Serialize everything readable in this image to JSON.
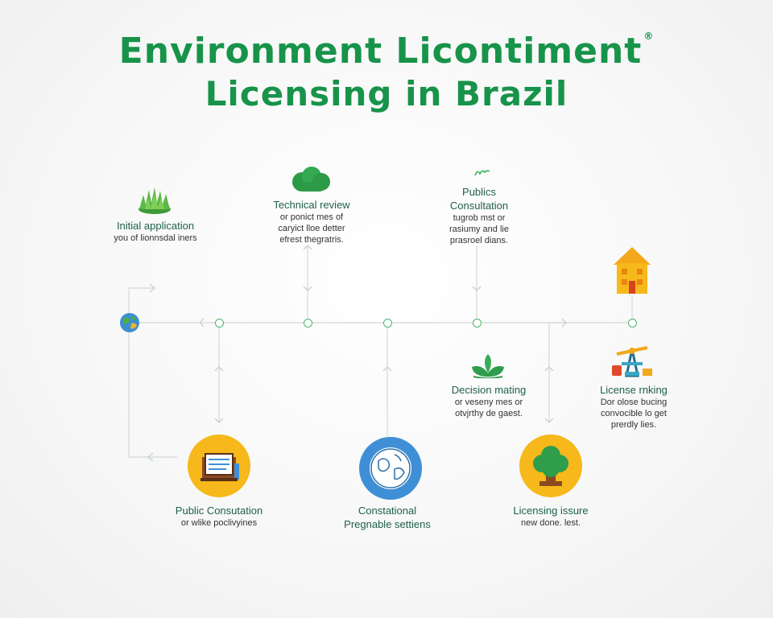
{
  "title": {
    "line1": "Environment Licontiment",
    "trademark": "®",
    "line2": "Licensing in Brazil"
  },
  "colors": {
    "title": "#18934a",
    "line": "#d6dcd8",
    "node": "#48b56a",
    "yellow": "#f6b81a",
    "blue": "#3f8fd6",
    "green": "#2e9d4c"
  },
  "steps": {
    "initial_application": {
      "head": "Initial application",
      "sub": [
        "you of lionnsdal iners"
      ],
      "icon": "grass-icon"
    },
    "technical_review": {
      "head": "Technical review",
      "sub": [
        "or ponict mes of",
        "caryict lloe detter",
        "efrest thegratris."
      ],
      "icon": "cloud-bush-icon"
    },
    "publics_consultation": {
      "head": [
        "Publics",
        "Consultation"
      ],
      "sub": [
        "tugrob mst or",
        "rasiumy and lie",
        "prasroel dians."
      ],
      "icon": "leaf-sprig-icon"
    },
    "decision_making": {
      "head": "Decision mating",
      "sub": [
        "or veseny mes or",
        "otvjrthy de gaest."
      ],
      "icon": "plant-leaves-icon"
    },
    "license_ranking": {
      "head": "License rnking",
      "sub": [
        "Dor olose bucing",
        "convocible lo get",
        "prerdly lies."
      ],
      "icons": [
        "house-icon",
        "oil-derrick-icon"
      ]
    },
    "public_consutation": {
      "head": "Public Consutation",
      "sub": [
        "or wlike poclivyines"
      ],
      "icon": "documents-icon"
    },
    "constational": {
      "head": [
        "Constational",
        "Pregnable settiens"
      ],
      "icon": "globe-icon"
    },
    "licensing_issure": {
      "head": "Licensing issure",
      "sub": [
        "new done. lest."
      ],
      "icon": "tree-icon"
    }
  },
  "start_icon": "earth-icon"
}
